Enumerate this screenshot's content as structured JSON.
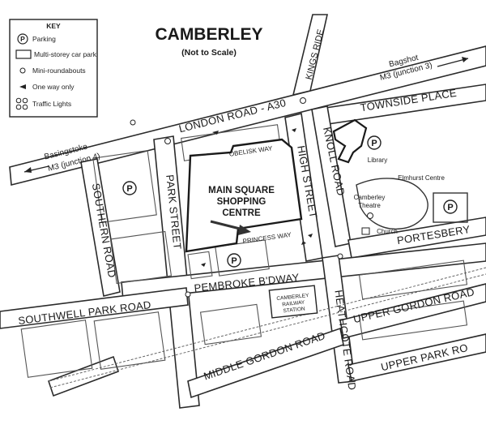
{
  "title": "CAMBERLEY",
  "subtitle": "(Not to Scale)",
  "key": {
    "heading": "KEY",
    "items": [
      {
        "icon": "parking-icon",
        "label": "Parking"
      },
      {
        "icon": "multi-storey-car-park-icon",
        "label": "Multi-storey car park"
      },
      {
        "icon": "mini-roundabout-icon",
        "label": "Mini-roundabouts"
      },
      {
        "icon": "one-way-arrow-icon",
        "label": "One way only"
      },
      {
        "icon": "traffic-lights-icon",
        "label": "Traffic Lights"
      }
    ]
  },
  "roads": {
    "london_road": "LONDON ROAD - A30",
    "kings_ride": "KINGS RIDE",
    "bagshot": "Bagshot",
    "bagshot_junction": "M3 (junction 3)",
    "basingstoke": "Basingstoke",
    "basingstoke_junction": "M3 (junction 4)",
    "townside_place": "TOWNSIDE PLACE",
    "knoll_road": "KNOLL ROAD",
    "high_street": "HIGH STREET",
    "park_street": "PARK STREET",
    "southern_road": "SOUTHERN ROAD",
    "portesbery": "PORTESBERY",
    "pembroke_bway": "PEMBROKE B'DWAY",
    "southwell_park_road": "SOUTHWELL PARK ROAD",
    "heathcote_road": "HEATHCOTE ROAD",
    "middle_gordon_road": "MIDDLE GORDON ROAD",
    "upper_gordon_road": "UPPER GORDON ROAD",
    "upper_park_road": "UPPER PARK RO",
    "obelisk_way": "OBELISK WAY",
    "princess_way": "PRINCESS WAY"
  },
  "shopping_centre": {
    "line1": "MAIN SQUARE",
    "line2": "SHOPPING",
    "line3": "CENTRE"
  },
  "places": {
    "library": "Library",
    "arts_centre": "Elmhurst Centre",
    "theatre_line1": "Camberley",
    "theatre_line2": "Theatre",
    "church": "Church",
    "station_line1": "CAMBERLEY",
    "station_line2": "RAILWAY",
    "station_line3": "STATION"
  },
  "parking_symbol": "P"
}
